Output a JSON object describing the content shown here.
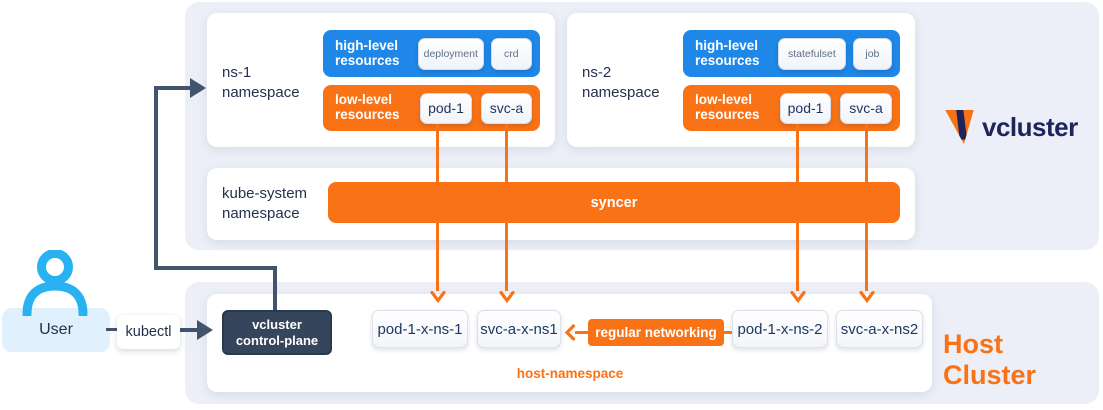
{
  "logo": {
    "text": "vcluster"
  },
  "user": {
    "label": "User",
    "kubectl_label": "kubectl"
  },
  "virtual_cluster": {
    "ns1": {
      "name_line1": "ns-1",
      "name_line2": "namespace",
      "high_level": {
        "label_line1": "high-level",
        "label_line2": "resources",
        "chips": [
          "deployment",
          "crd"
        ]
      },
      "low_level": {
        "label_line1": "low-level",
        "label_line2": "resources",
        "chips": [
          "pod-1",
          "svc-a"
        ]
      }
    },
    "ns2": {
      "name_line1": "ns-2",
      "name_line2": "namespace",
      "high_level": {
        "label_line1": "high-level",
        "label_line2": "resources",
        "chips": [
          "statefulset",
          "job"
        ]
      },
      "low_level": {
        "label_line1": "low-level",
        "label_line2": "resources",
        "chips": [
          "pod-1",
          "svc-a"
        ]
      }
    },
    "kube_system": {
      "name_line1": "kube-system",
      "name_line2": "namespace",
      "syncer_label": "syncer"
    }
  },
  "host_cluster": {
    "title": "Host Cluster",
    "control_plane_line1": "vcluster",
    "control_plane_line2": "control-plane",
    "chips": [
      "pod-1-x-ns-1",
      "svc-a-x-ns1",
      "pod-1-x-ns-2",
      "svc-a-x-ns2"
    ],
    "regular_networking_label": "regular networking",
    "namespace_label": "host-namespace"
  },
  "colors": {
    "orange": "#F97316",
    "blue": "#1E87E8",
    "dark_line": "#42546C",
    "navy": "#20245C",
    "zone_bg": "#ECEFF7"
  }
}
